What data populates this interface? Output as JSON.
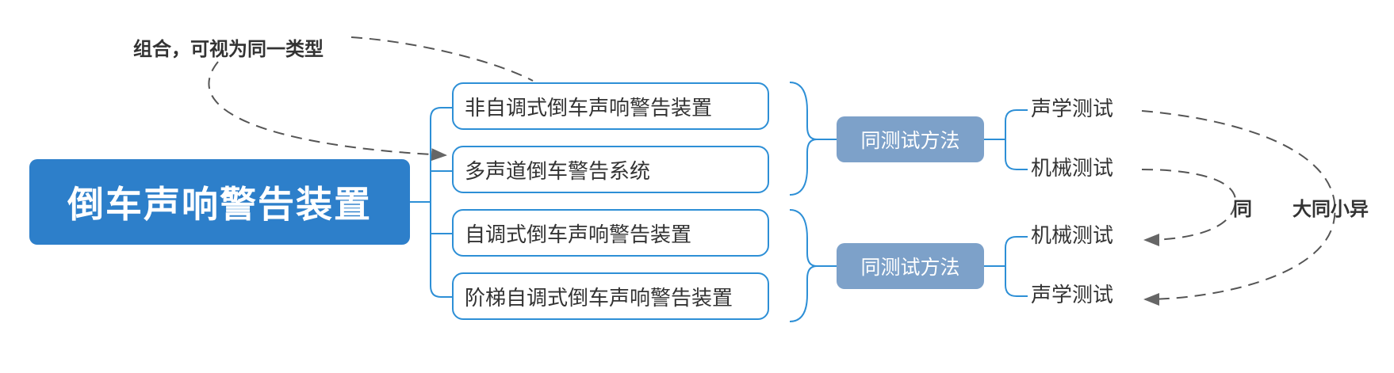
{
  "root": {
    "label": "倒车声响警告装置"
  },
  "nodes": [
    {
      "label": "非自调式倒车声响警告装置"
    },
    {
      "label": "多声道倒车警告系统"
    },
    {
      "label": "自调式倒车声响警告装置"
    },
    {
      "label": "阶梯自调式倒车声响警告装置"
    }
  ],
  "methods": [
    {
      "label": "同测试方法"
    },
    {
      "label": "同测试方法"
    }
  ],
  "tests": [
    {
      "label": "声学测试"
    },
    {
      "label": "机械测试"
    },
    {
      "label": "机械测试"
    },
    {
      "label": "声学测试"
    }
  ],
  "annotations": {
    "combine": "组合，可视为同一类型",
    "same": "同",
    "similar": "大同小异"
  },
  "colors": {
    "root": "#2d7fca",
    "node_border": "#2d8fd6",
    "method_fill": "#7da1c9",
    "dashed": "#555555"
  }
}
